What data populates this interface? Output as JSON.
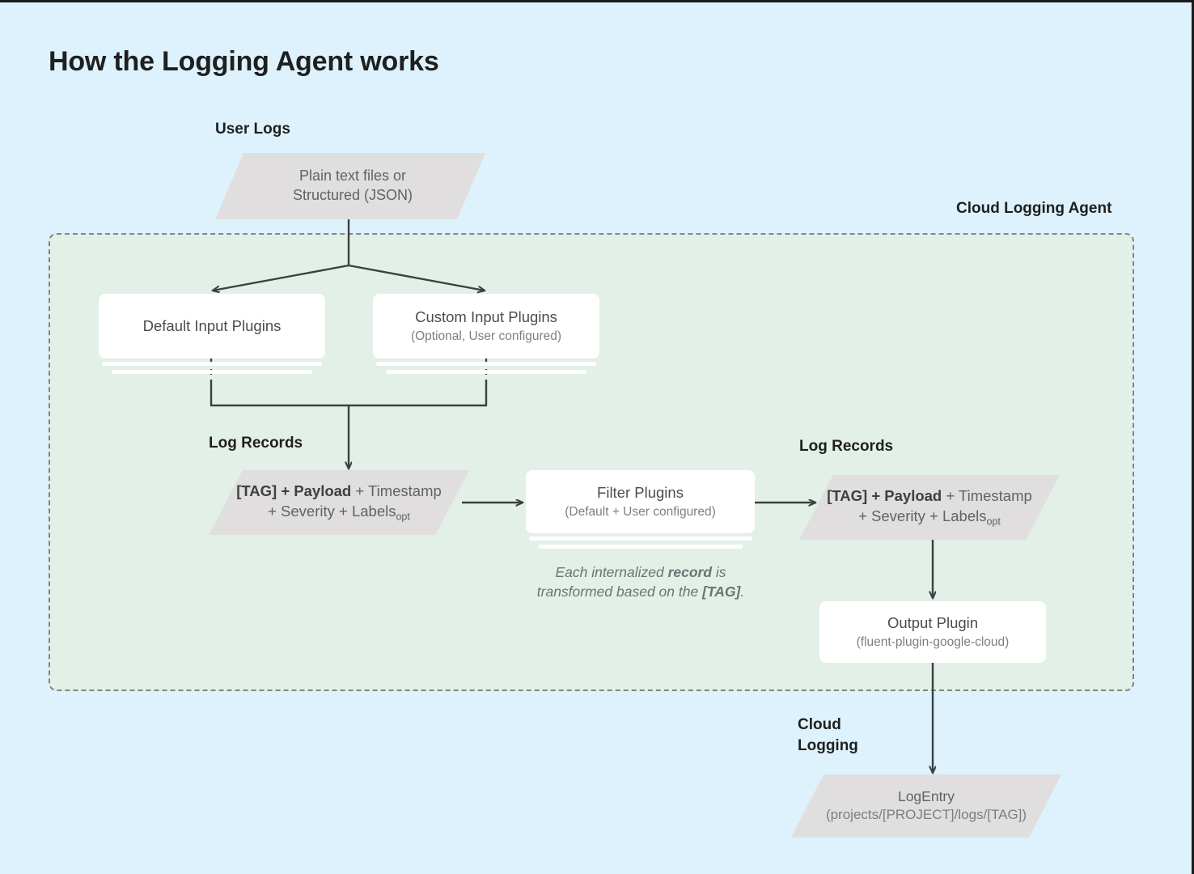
{
  "page": {
    "title": "How the Logging Agent works",
    "bg_color": "#ddf2fc",
    "agent_zone_color": "#e2f0e7",
    "shape_gray": "#e0dede",
    "card_white": "#ffffff",
    "line_color": "#3c4043"
  },
  "captions": {
    "user_logs": "User Logs",
    "cloud_logging_agent": "Cloud Logging Agent",
    "log_records_left": "Log Records",
    "log_records_right": "Log Records",
    "cloud_logging": "Cloud\nLogging"
  },
  "nodes": {
    "user_logs_source": {
      "line1": "Plain text files or",
      "line2": "Structured (JSON)"
    },
    "default_input_plugins": {
      "title": "Default Input Plugins",
      "subtitle": ""
    },
    "custom_input_plugins": {
      "title": "Custom Input Plugins",
      "subtitle": "(Optional, User configured)"
    },
    "log_record_left": {
      "bold": "[TAG] + Payload",
      "rest_line1": " + Timestamp",
      "line2_pre": "+ Severity + Labels",
      "line2_sub": "opt"
    },
    "filter_plugins": {
      "title": "Filter Plugins",
      "subtitle": "(Default + User configured)"
    },
    "log_record_right": {
      "bold": "[TAG] + Payload",
      "rest_line1": " + Timestamp",
      "line2_pre": "+ Severity + Labels",
      "line2_sub": "opt"
    },
    "output_plugin": {
      "title": "Output Plugin",
      "subtitle": "(fluent-plugin-google-cloud)"
    },
    "log_entry": {
      "title": "LogEntry",
      "subtitle": "(projects/[PROJECT]/logs/[TAG])"
    }
  },
  "note": {
    "line1_a": "Each internalized ",
    "line1_b": "record",
    "line1_c": " is",
    "line2_a": "transformed based on the ",
    "line2_b": "[TAG]",
    "line2_c": "."
  }
}
